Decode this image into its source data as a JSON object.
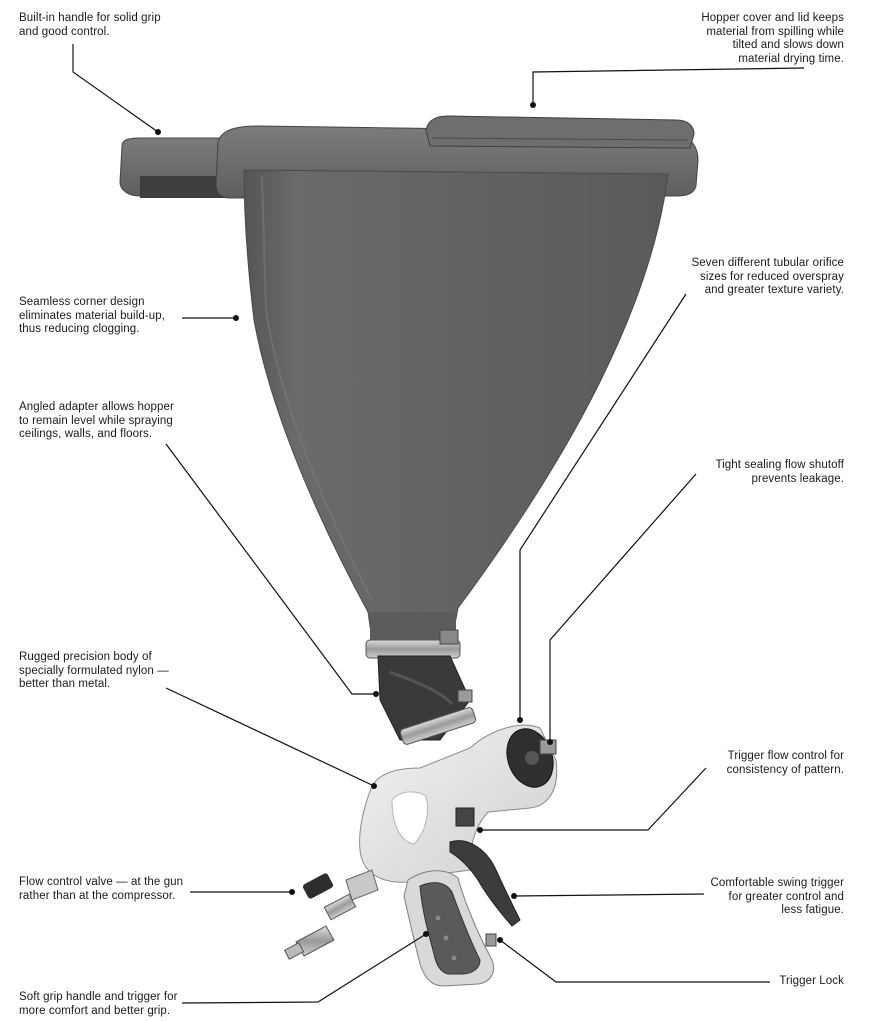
{
  "colors": {
    "hopper": "#626262",
    "hopper_dark": "#4c4c4c",
    "hopper_light": "#7a7a7a",
    "gun_body": "#e7e7e7",
    "grip": "#5a5a5a",
    "line": "#111111"
  },
  "product_image": "texture-hopper-spray-gun-illustration",
  "callouts": [
    {
      "id": "handle",
      "side": "left",
      "text": "Built-in handle for solid grip\nand good control."
    },
    {
      "id": "lid",
      "side": "right",
      "text": "Hopper cover and lid keeps\nmaterial from spilling while\ntilted and slows down\nmaterial drying time."
    },
    {
      "id": "corner",
      "side": "left",
      "text": "Seamless corner design\neliminates material build-up,\nthus reducing clogging."
    },
    {
      "id": "orifice",
      "side": "right",
      "text": "Seven different tubular orifice\nsizes for reduced overspray\nand greater texture variety."
    },
    {
      "id": "adapter",
      "side": "left",
      "text": "Angled adapter allows hopper\nto remain level while spraying\nceilings, walls, and floors."
    },
    {
      "id": "shutoff",
      "side": "right",
      "text": "Tight sealing flow shutoff\nprevents leakage."
    },
    {
      "id": "body",
      "side": "left",
      "text": "Rugged precision body of\nspecially formulated nylon —\nbetter than metal."
    },
    {
      "id": "trigger-flow",
      "side": "right",
      "text": "Trigger flow control for\nconsistency of pattern."
    },
    {
      "id": "valve",
      "side": "left",
      "text": "Flow control valve — at the gun\nrather than at the compressor."
    },
    {
      "id": "swing",
      "side": "right",
      "text": "Comfortable swing trigger\nfor greater control and\nless fatigue."
    },
    {
      "id": "grip",
      "side": "left",
      "text": "Soft grip handle and trigger for\nmore comfort and better grip."
    },
    {
      "id": "lock",
      "side": "right",
      "text": "Trigger Lock"
    }
  ]
}
